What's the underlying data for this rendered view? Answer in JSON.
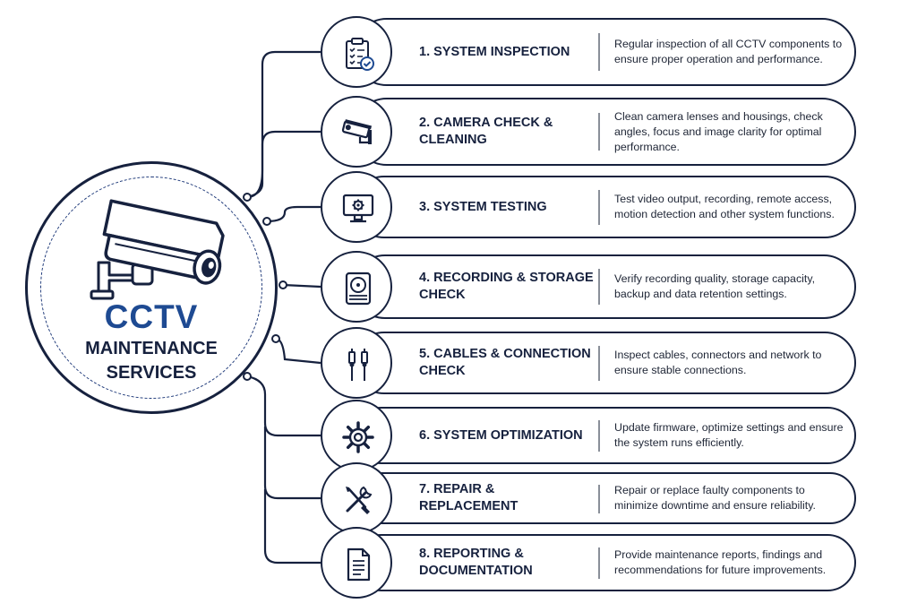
{
  "hub": {
    "title": "CCTV",
    "subtitle_line1": "MAINTENANCE",
    "subtitle_line2": "SERVICES",
    "icon": "cctv-camera-icon"
  },
  "colors": {
    "navy": "#16213e",
    "accent_blue": "#1e4a92",
    "divider_gray": "#8a8f99"
  },
  "steps": [
    {
      "title": "1. SYSTEM INSPECTION",
      "description": "Regular inspection of all CCTV components to ensure proper operation and performance.",
      "icon": "clipboard-check-icon"
    },
    {
      "title": "2. CAMERA CHECK & CLEANING",
      "description": "Clean camera lenses and housings, check angles, focus and image clarity for optimal performance.",
      "icon": "camera-icon"
    },
    {
      "title": "3. SYSTEM TESTING",
      "description": "Test video output, recording, remote access, motion detection and other system functions.",
      "icon": "monitor-gear-icon"
    },
    {
      "title": "4. RECORDING & STORAGE CHECK",
      "description": "Verify recording quality, storage capacity, backup and data retention settings.",
      "icon": "hard-drive-icon"
    },
    {
      "title": "5. CABLES & CONNECTION CHECK",
      "description": "Inspect cables, connectors and network to ensure stable connections.",
      "icon": "cable-connector-icon"
    },
    {
      "title": "6. SYSTEM OPTIMIZATION",
      "description": "Update firmware, optimize settings and ensure the system runs efficiently.",
      "icon": "gear-icon"
    },
    {
      "title": "7. REPAIR & REPLACEMENT",
      "description": "Repair or replace faulty components to minimize downtime and ensure reliability.",
      "icon": "wrench-screwdriver-icon"
    },
    {
      "title": "8. REPORTING & DOCUMENTATION",
      "description": "Provide maintenance reports, findings and recommendations for future improvements.",
      "icon": "document-icon"
    }
  ]
}
